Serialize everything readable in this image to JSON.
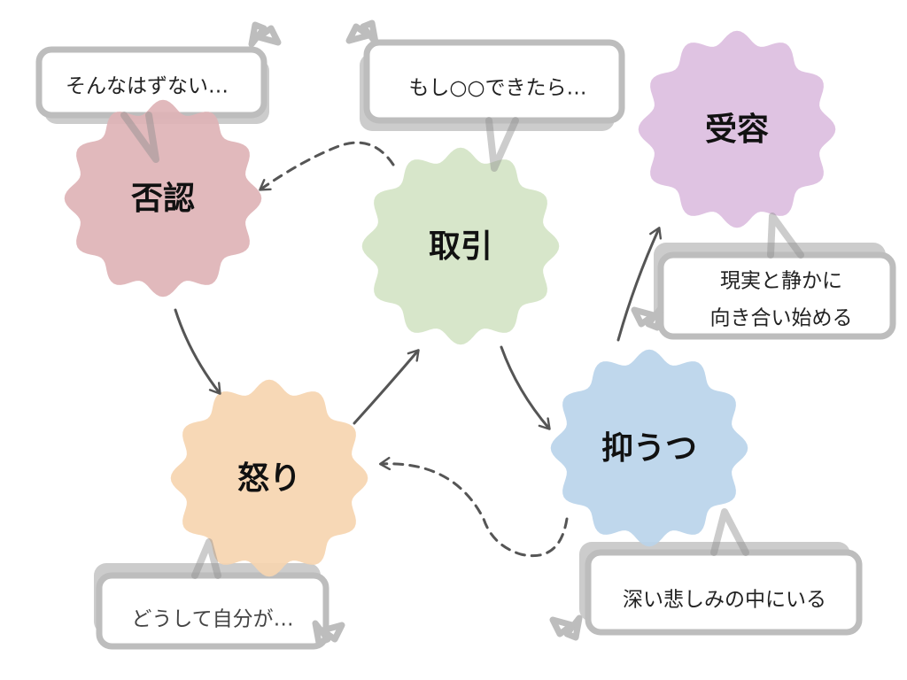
{
  "diagram": {
    "title": "",
    "colors": {
      "denial": "#deb3b6",
      "anger": "#f6d5b0",
      "bargaining": "#d4e4c6",
      "depression": "#bad4ea",
      "acceptance": "#dcbedf",
      "bubble_border": "#bdbdbd",
      "bubble_shadow": "#cccccc",
      "arrow": "#555555"
    },
    "stages": [
      {
        "id": "denial",
        "label": "否認",
        "bubble": [
          "そんなはずない…"
        ]
      },
      {
        "id": "anger",
        "label": "怒り",
        "bubble": [
          "どうして自分が…"
        ]
      },
      {
        "id": "bargaining",
        "label": "取引",
        "bubble": [
          "もし○○できたら…"
        ]
      },
      {
        "id": "depression",
        "label": "抑うつ",
        "bubble": [
          "深い悲しみの中にいる"
        ]
      },
      {
        "id": "acceptance",
        "label": "受容",
        "bubble": [
          "現実と静かに",
          "向き合い始める"
        ]
      }
    ],
    "edges": [
      {
        "from": "denial",
        "to": "anger",
        "style": "solid"
      },
      {
        "from": "anger",
        "to": "bargaining",
        "style": "solid"
      },
      {
        "from": "bargaining",
        "to": "depression",
        "style": "solid"
      },
      {
        "from": "depression",
        "to": "acceptance",
        "style": "solid"
      },
      {
        "from": "bargaining",
        "to": "denial",
        "style": "dashed"
      },
      {
        "from": "depression",
        "to": "anger",
        "style": "dashed"
      }
    ]
  }
}
